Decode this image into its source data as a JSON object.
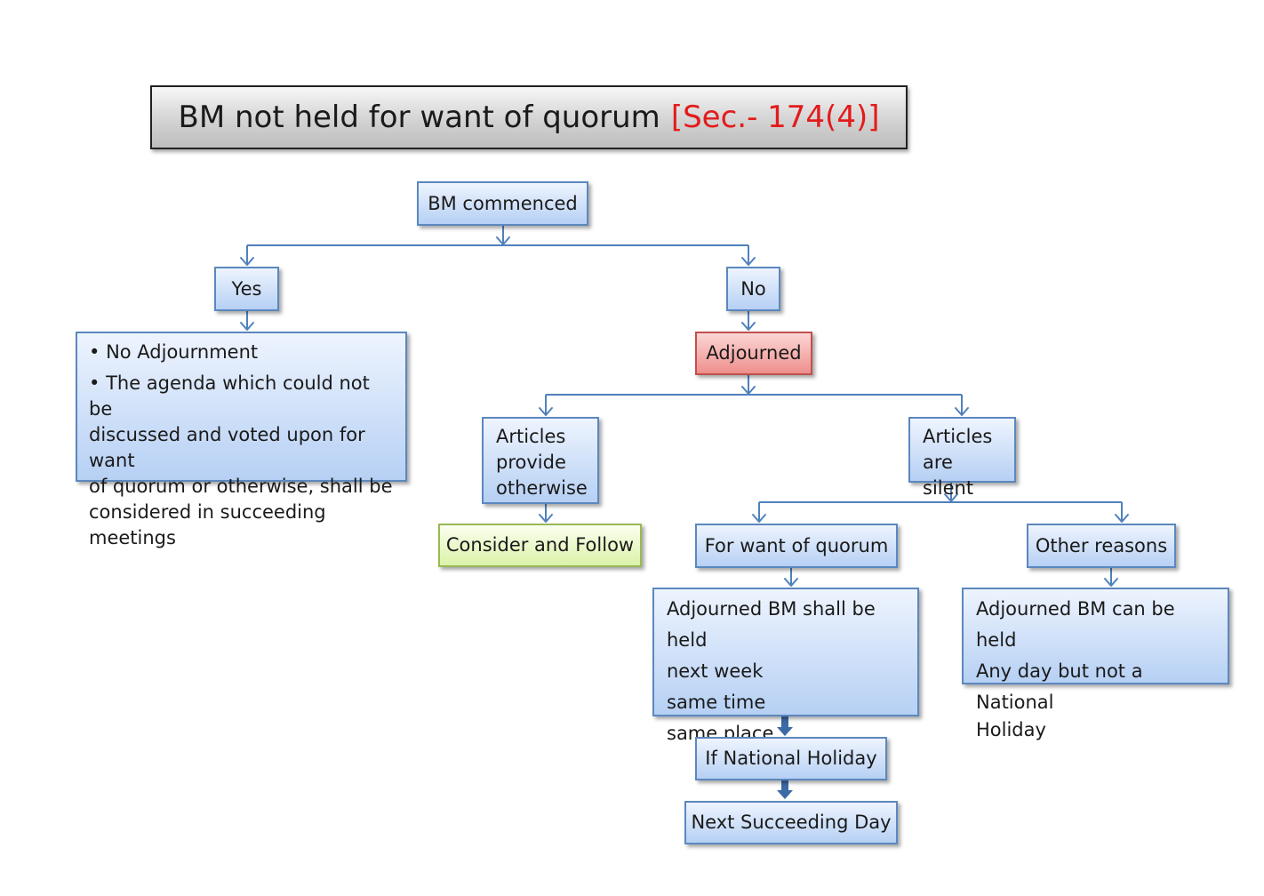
{
  "title": {
    "main": "BM not held for want of quorum",
    "reference": "[Sec.- 174(4)]"
  },
  "nodes": {
    "bm_commenced": "BM commenced",
    "yes": "Yes",
    "no": "No",
    "adjourned": "Adjourned",
    "yes_details": {
      "bullet_1": "No Adjournment",
      "bullet_2_lines": [
        "The agenda which could  not be",
        "discussed and voted upon for want",
        "of quorum or otherwise, shall be",
        "considered in succeeding meetings"
      ]
    },
    "articles_provide_lines": [
      "Articles",
      "provide",
      "otherwise"
    ],
    "consider_and_follow": "Consider and Follow",
    "articles_silent_lines": [
      "Articles",
      "are silent"
    ],
    "for_want_of_quorum": "For want of quorum",
    "other_reasons": "Other reasons",
    "quorum_outcome_lines": [
      "Adjourned BM shall be held",
      "next week",
      "same time",
      "same place"
    ],
    "other_outcome_lines": [
      "Adjourned BM can be held",
      "Any day but not a National",
      "Holiday"
    ],
    "if_national_holiday": "If National Holiday",
    "next_succeeding_day": "Next Succeeding Day"
  },
  "colors": {
    "connector": "#4f81bd",
    "box_border": "#5b88bf",
    "adjourned_fill": "#ee8f8c",
    "consider_fill": "#dbf2a8",
    "reference_text": "#e31b1b"
  }
}
